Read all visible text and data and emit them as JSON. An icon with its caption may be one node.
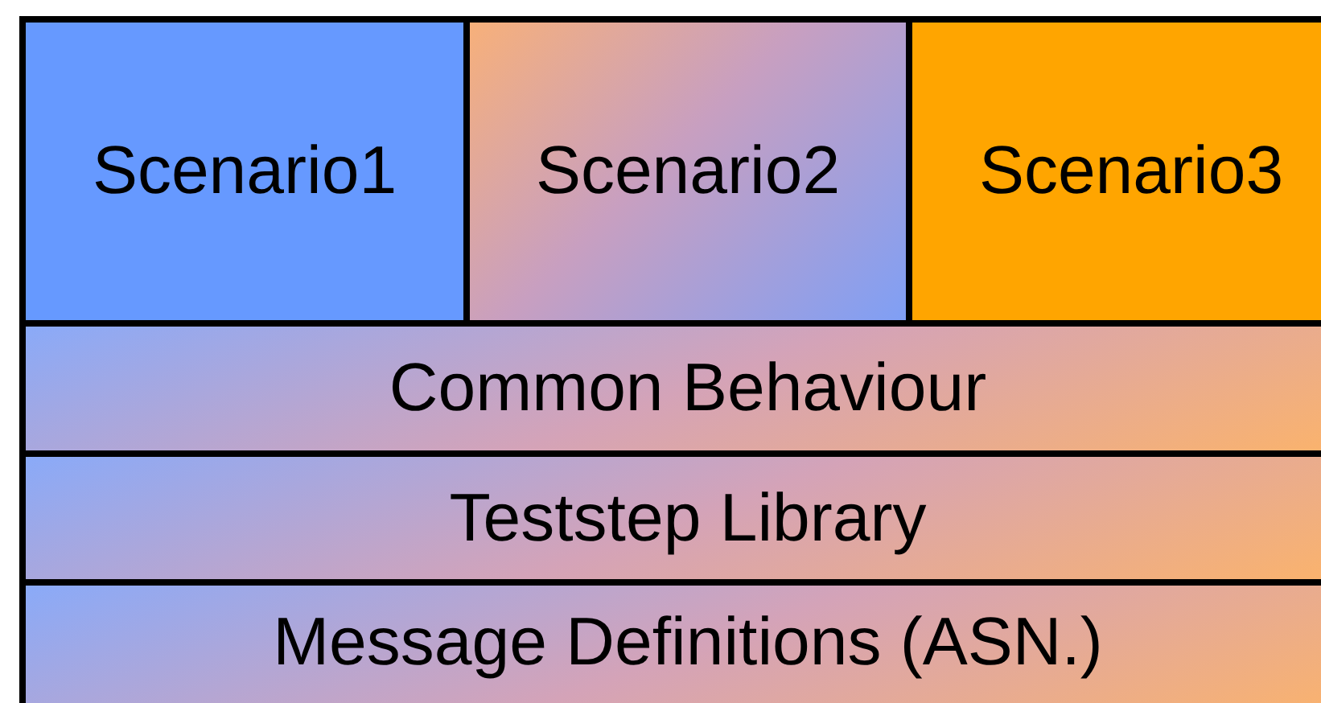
{
  "diagram": {
    "nodes": [
      {
        "text": [
          "Scenario1"
        ]
      },
      {
        "text": [
          "Scenario2"
        ]
      },
      {
        "text": [
          "Scenario3"
        ]
      },
      {
        "text": [
          "Common Behaviour"
        ]
      },
      {
        "text": [
          "Teststep Library"
        ]
      },
      {
        "text": [
          "Message Definitions (ASN.)"
        ]
      }
    ]
  }
}
